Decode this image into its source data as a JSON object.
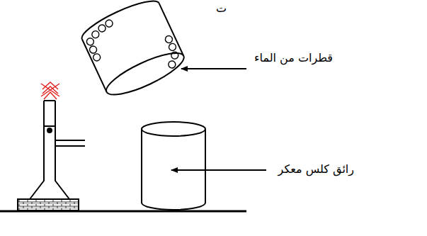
{
  "diagram": {
    "labels": [
      "ت",
      "قطرات من الماء",
      "رائق كلس معكر"
    ]
  }
}
